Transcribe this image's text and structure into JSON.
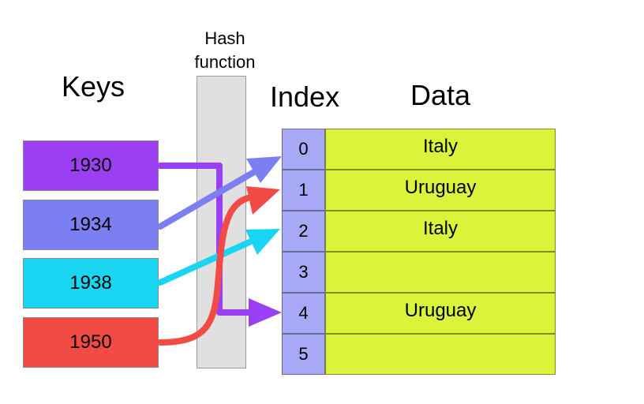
{
  "headings": {
    "keys": "Keys",
    "index": "Index",
    "data": "Data"
  },
  "hash_function": {
    "label": "Hash\nfunction"
  },
  "keys": [
    {
      "value": "1930",
      "color": "#9b3ff2",
      "target_index": 4
    },
    {
      "value": "1934",
      "color": "#7b7ff2",
      "target_index": 0
    },
    {
      "value": "1938",
      "color": "#19d5f2",
      "target_index": 2
    },
    {
      "value": "1950",
      "color": "#f24a44",
      "target_index": 1
    }
  ],
  "table": {
    "rows": [
      {
        "index": "0",
        "data": "Italy"
      },
      {
        "index": "1",
        "data": "Uruguay"
      },
      {
        "index": "2",
        "data": "Italy"
      },
      {
        "index": "3",
        "data": ""
      },
      {
        "index": "4",
        "data": "Uruguay"
      },
      {
        "index": "5",
        "data": ""
      }
    ],
    "index_color": "#a7a9f7",
    "data_color": "#d9f43a"
  }
}
